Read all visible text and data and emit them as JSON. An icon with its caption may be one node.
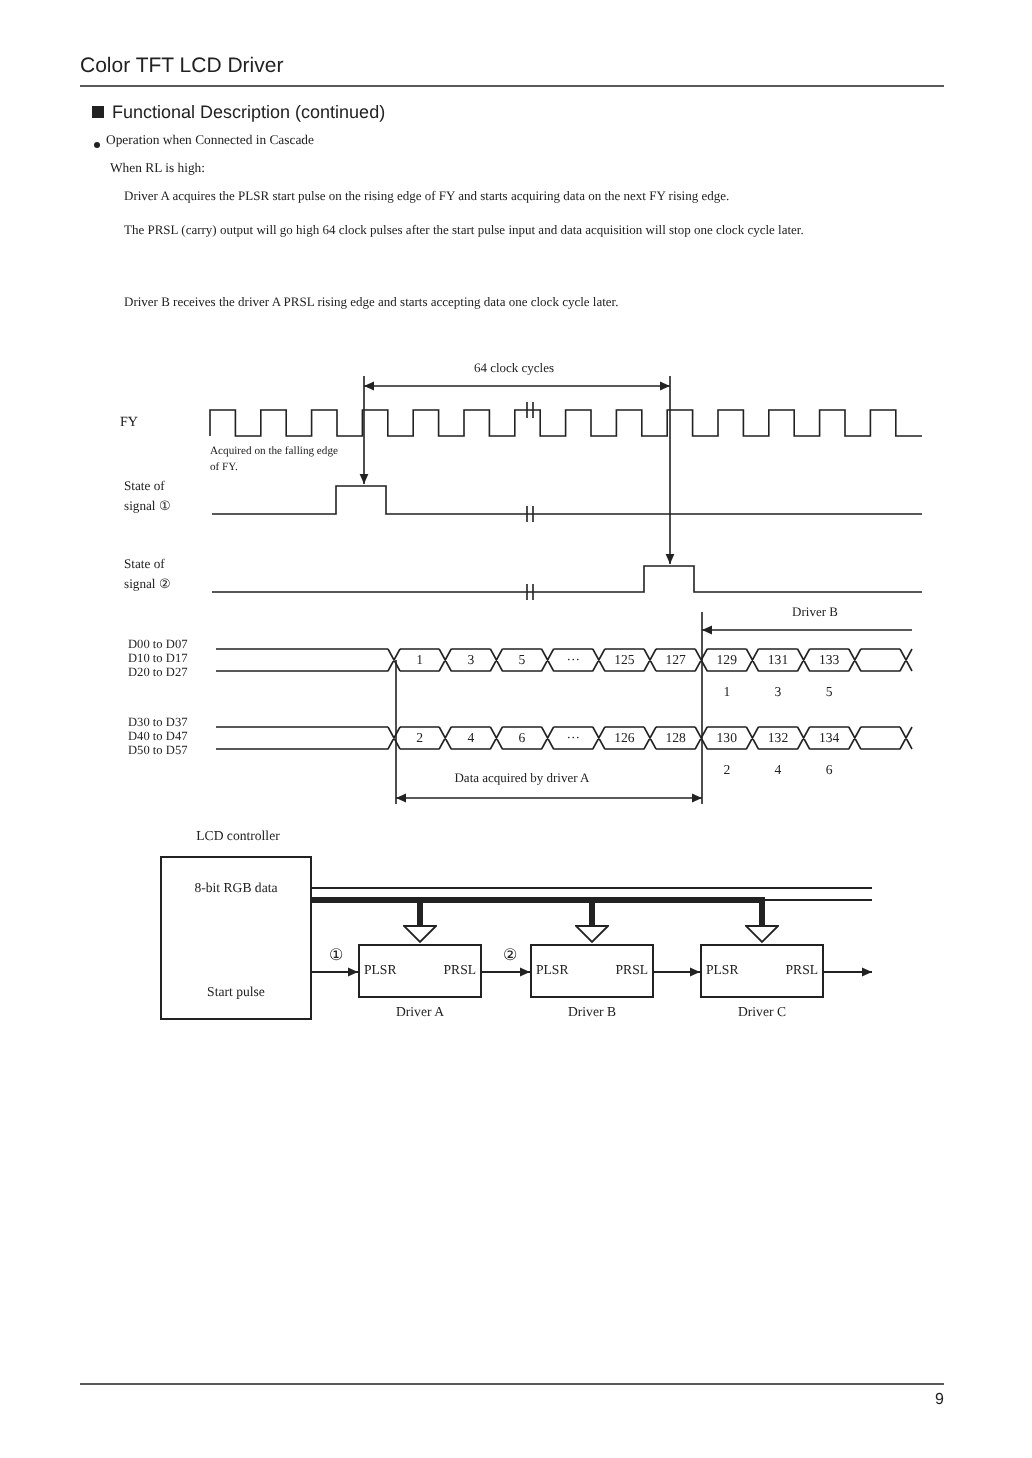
{
  "diagram": {
    "title": "Color TFT LCD Driver",
    "nodes": [
      {
        "text": [
          "LCD controller",
          "8-bit RGB data",
          "Start pulse"
        ]
      },
      {
        "text": [
          "PLSR",
          "PRSL",
          "Driver A"
        ]
      },
      {
        "text": [
          "PLSR",
          "PRSL",
          "Driver B"
        ]
      },
      {
        "text": [
          "PLSR",
          "PRSL",
          "Driver C"
        ]
      }
    ],
    "edges": [
      {
        "from": 0,
        "to": 1,
        "arrow": "to",
        "label": "①"
      },
      {
        "from": 1,
        "to": 2,
        "arrow": "to",
        "label": "②"
      },
      {
        "from": 2,
        "to": 3,
        "arrow": "to"
      },
      {
        "from": 3,
        "to": null,
        "arrow": "to"
      },
      {
        "from": 0,
        "to": 1,
        "arrow": "to",
        "style": "thick"
      },
      {
        "from": 0,
        "to": 2,
        "arrow": "to",
        "style": "thick"
      },
      {
        "from": 0,
        "to": 3,
        "arrow": "to",
        "style": "thick"
      }
    ],
    "labels": [
      "Functional Description (continued)",
      "Operation when Connected in Cascade",
      "When RL is high:",
      "Driver A acquires the PLSR start pulse on the rising edge of FY and starts acquiring data on the next FY rising edge.",
      "The PRSL (carry) output will go high 64 clock pulses after the start pulse input and data acquisition will stop one clock cycle later.",
      "Driver B receives the driver A PRSL rising edge and starts accepting data one clock cycle later.",
      "64 clock cycles",
      "FY",
      "Acquired on the falling edge of FY.",
      "State of signal ①",
      "State of signal ②",
      "Driver B",
      "D00 to D07",
      "D10 to D17",
      "D20 to D27",
      "1",
      "3",
      "5",
      "···",
      "125",
      "127",
      "129",
      "131",
      "133",
      "1",
      "3",
      "5",
      "D30 to D37",
      "D40 to D47",
      "D50 to D57",
      "2",
      "4",
      "6",
      "···",
      "126",
      "128",
      "130",
      "132",
      "134",
      "2",
      "4",
      "6",
      "Data acquired by driver A",
      "9"
    ]
  }
}
